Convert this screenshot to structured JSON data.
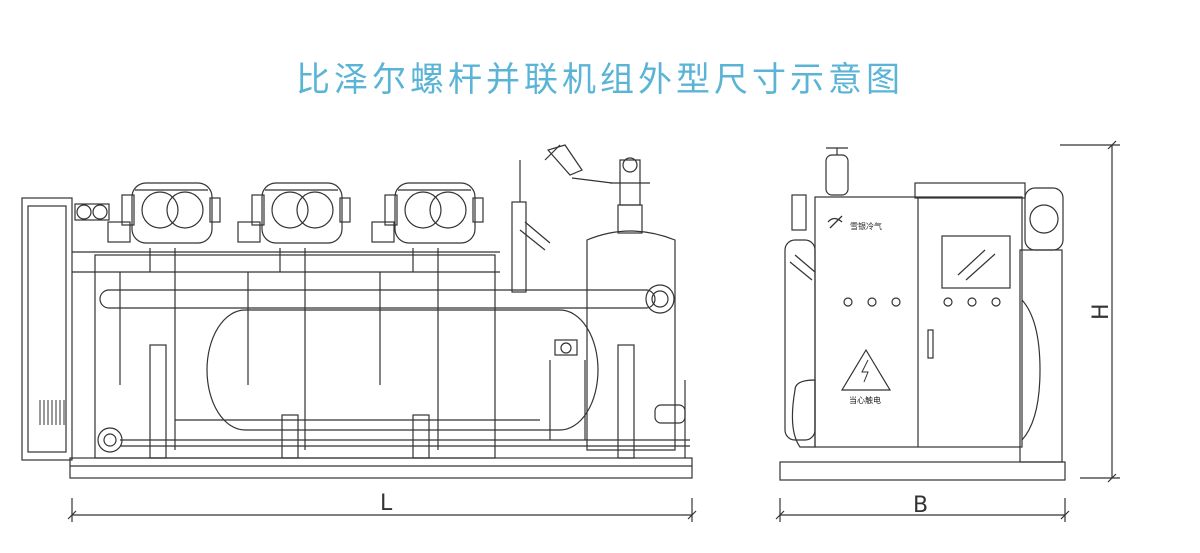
{
  "title": "比泽尔螺杆并联机组外型尺寸示意图",
  "front_view": {
    "dimension_label": "L"
  },
  "side_view": {
    "dimension_width_label": "B",
    "dimension_height_label": "H",
    "cabinet_brand": "雪银冷气",
    "cabinet_warning": "当心触电"
  },
  "colors": {
    "title": "#5ab4d6",
    "line": "#333333",
    "accent": "#2aa7c9"
  }
}
